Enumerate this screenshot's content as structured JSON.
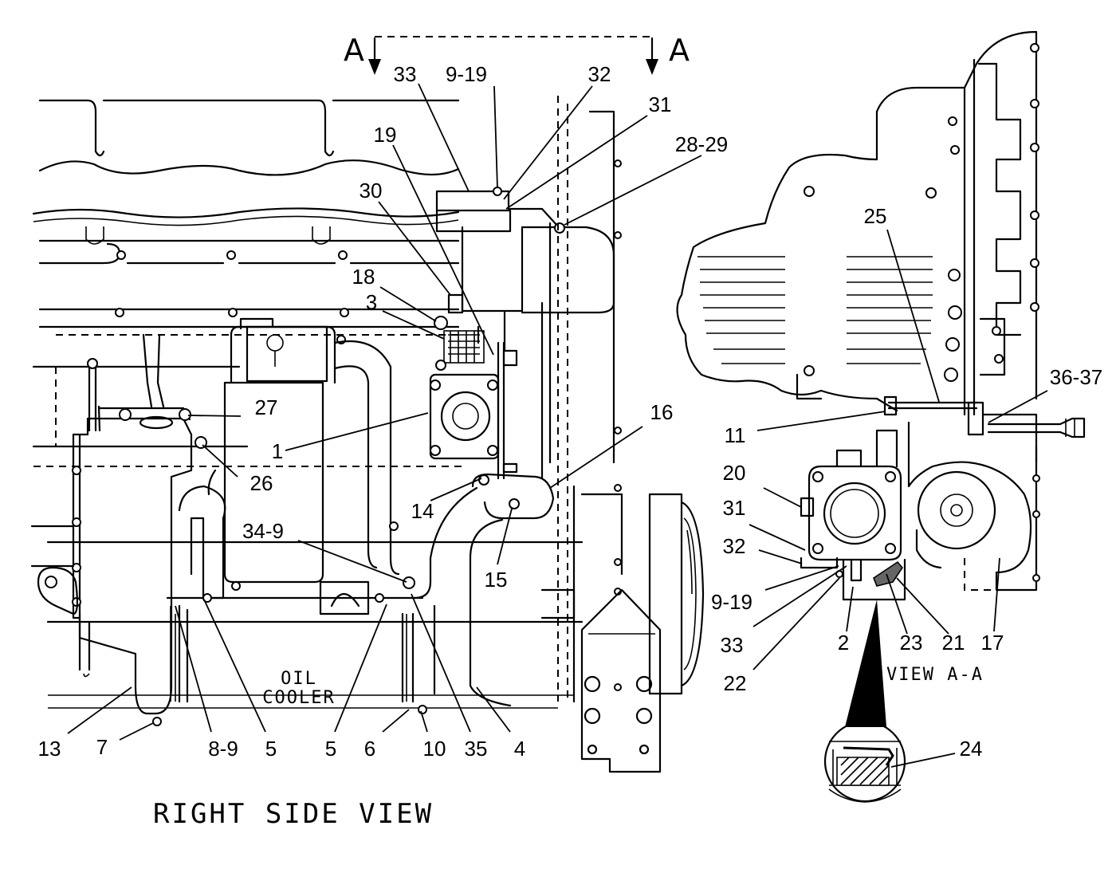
{
  "diagram": {
    "section_marker_left": "A",
    "section_marker_right": "A",
    "main_caption": "RIGHT SIDE VIEW",
    "detail_caption": "VIEW A-A",
    "oil_cooler_label_line1": "OIL",
    "oil_cooler_label_line2": "COOLER"
  },
  "callouts": {
    "c33_top": "33",
    "c9_19_top": "9-19",
    "c32_top": "32",
    "c31_top": "31",
    "c28_29": "28-29",
    "c19": "19",
    "c30": "30",
    "c18": "18",
    "c3": "3",
    "c27": "27",
    "c1": "1",
    "c26": "26",
    "c16": "16",
    "c14": "14",
    "c34_9": "34-9",
    "c15": "15",
    "c13": "13",
    "c7": "7",
    "c8_9": "8-9",
    "c5_left": "5",
    "c5_right": "5",
    "c6": "6",
    "c10": "10",
    "c35": "35",
    "c4": "4",
    "c25": "25",
    "c36_37": "36-37",
    "c11": "11",
    "c20": "20",
    "c31_view": "31",
    "c32_view": "32",
    "c9_19_view": "9-19",
    "c33_view": "33",
    "c22": "22",
    "c2": "2",
    "c23": "23",
    "c21": "21",
    "c17": "17",
    "c24": "24"
  }
}
